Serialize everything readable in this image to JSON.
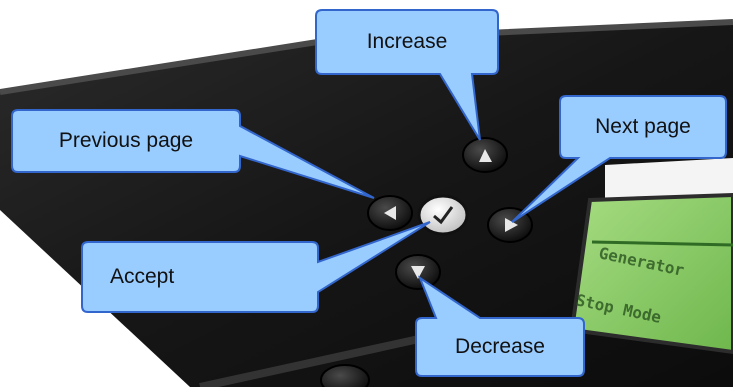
{
  "callouts": {
    "increase": "Increase",
    "previous_page": "Previous page",
    "next_page": "Next page",
    "accept": "Accept",
    "decrease": "Decrease"
  },
  "display": {
    "line1": "Generator",
    "line2": "Stop Mode"
  },
  "colors": {
    "panel": "#1a1a1a",
    "panel_edge": "#3a3a3a",
    "screen": "#8fcf6a",
    "callout_fill": "#99ccff",
    "callout_stroke": "#3366cc",
    "button_white": "#f2f2f2"
  },
  "icons": {
    "increase": "triangle-up-icon",
    "decrease": "triangle-down-icon",
    "previous": "triangle-left-icon",
    "next": "triangle-right-icon",
    "accept": "checkmark-icon"
  }
}
